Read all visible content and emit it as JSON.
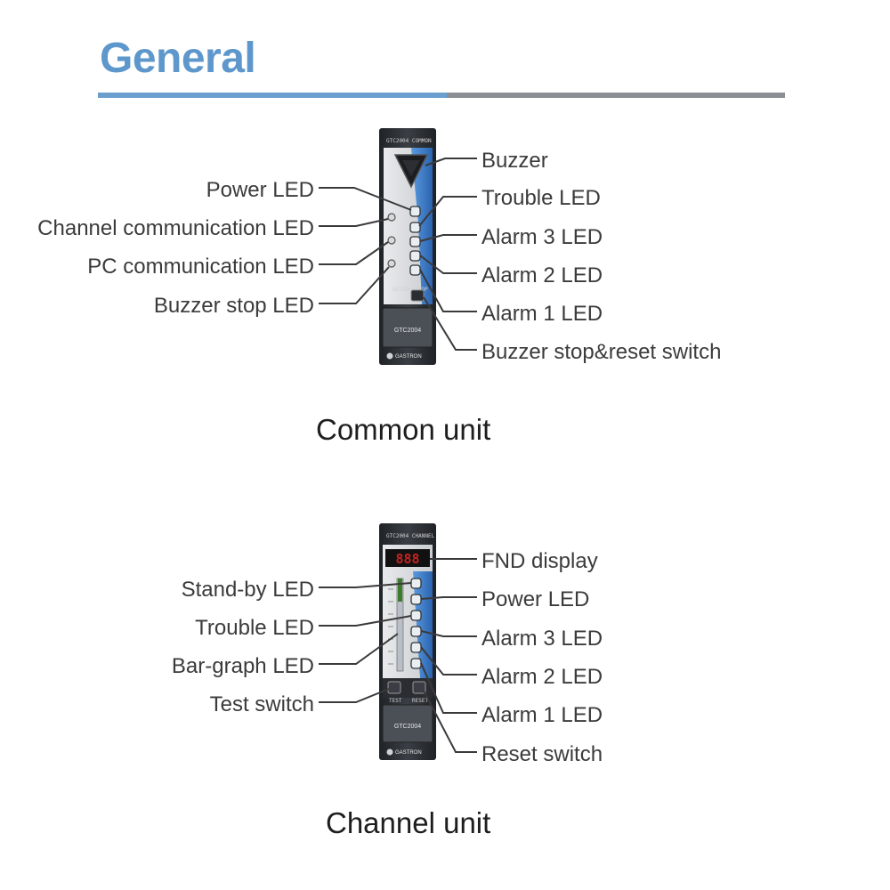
{
  "page": {
    "title": "General"
  },
  "common_unit": {
    "caption": "Common unit",
    "device": {
      "model": "GTC2004",
      "brand": "GASTRON",
      "top_text": "GTC2004 COMMON",
      "switch_text": "BUZZER STOP"
    },
    "left_labels": [
      "Power LED",
      "Channel communication LED",
      "PC communication LED",
      "Buzzer stop LED"
    ],
    "right_labels": [
      "Buzzer",
      "Trouble LED",
      "Alarm 3 LED",
      "Alarm 2 LED",
      "Alarm 1 LED",
      "Buzzer stop&reset switch"
    ]
  },
  "channel_unit": {
    "caption": "Channel unit",
    "device": {
      "model": "GTC2004",
      "brand": "GASTRON",
      "top_text": "GTC2004 CHANNEL",
      "display_digits": "888",
      "test_key": "TEST",
      "reset_key": "RESET"
    },
    "left_labels": [
      "Stand-by LED",
      "Trouble LED",
      "Bar-graph LED",
      "Test switch"
    ],
    "right_labels": [
      "FND display",
      "Power LED",
      "Alarm 3 LED",
      "Alarm 2 LED",
      "Alarm 1 LED",
      "Reset switch"
    ]
  },
  "colors": {
    "title": "#5e97cb",
    "rule_blue": "#6a9fcf",
    "rule_gray": "#8b8e94",
    "device_body": "#2f3338",
    "panel_blue": "#3b79c2"
  }
}
